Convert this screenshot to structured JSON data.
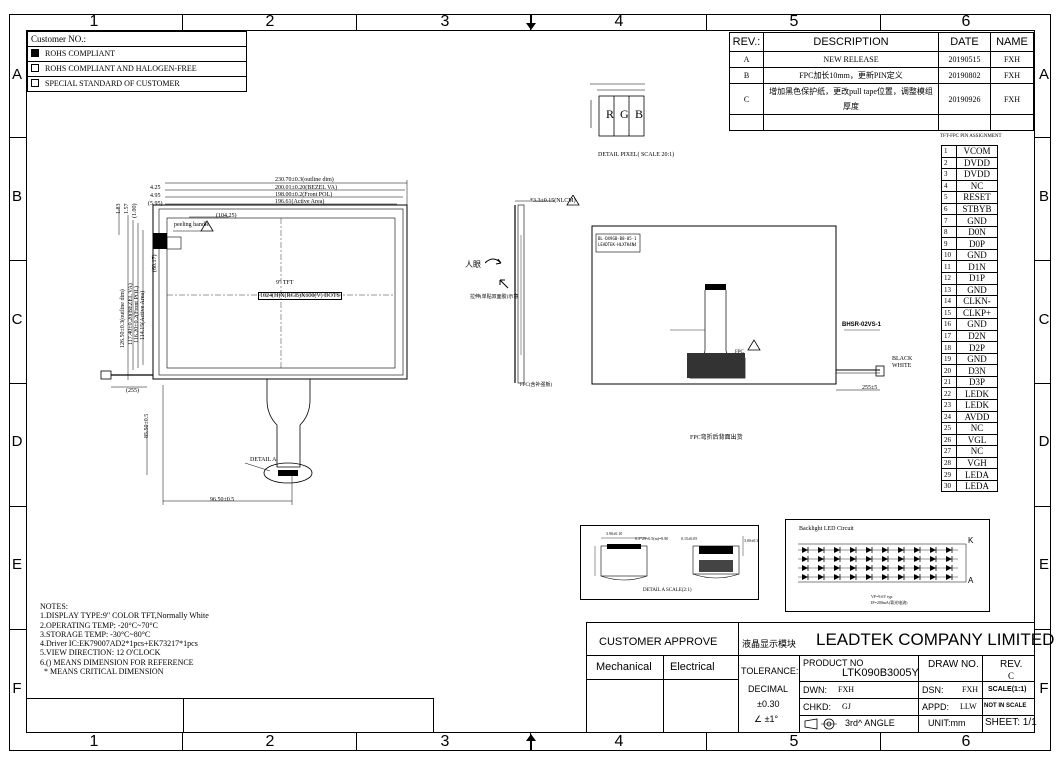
{
  "frame": {
    "columns": [
      "1",
      "2",
      "3",
      "4",
      "5",
      "6"
    ],
    "rows": [
      "A",
      "B",
      "C",
      "D",
      "E",
      "F"
    ],
    "center_arrow": "center-arrow-icon"
  },
  "customer": {
    "title": "Customer NO.:",
    "options": [
      {
        "label": "ROHS COMPLIANT",
        "checked": true
      },
      {
        "label": "ROHS COMPLIANT AND HALOGEN-FREE",
        "checked": false
      },
      {
        "label": "SPECIAL STANDARD OF CUSTOMER",
        "checked": false
      }
    ]
  },
  "revision": {
    "headers": [
      "REV.:",
      "DESCRIPTION",
      "DATE",
      "NAME"
    ],
    "rows": [
      {
        "rev": "A",
        "desc": "NEW RELEASE",
        "date": "20190515",
        "name": "FXH"
      },
      {
        "rev": "B",
        "desc": "FPC加长10mm，更新PIN定义",
        "date": "20190802",
        "name": "FXH"
      },
      {
        "rev": "C",
        "desc": "增加黑色保护纸，更改pull tape位置，调整模组厚度",
        "date": "20190926",
        "name": "FXH"
      },
      {
        "rev": "",
        "desc": "",
        "date": "",
        "name": ""
      }
    ]
  },
  "pixel_detail": {
    "letters": [
      "R",
      "G",
      "B"
    ],
    "caption": "DETAIL PIXEL( SCALE 20:1)"
  },
  "front_view": {
    "dims_top": [
      "230.70±0.3(outline dim)",
      "200.01±0.20(BEZEL VA)",
      "198.00±0.2(Front POL)",
      "196.61(Active Area)"
    ],
    "dims_left_small": [
      "4.25",
      "4.95",
      "(5.95)"
    ],
    "dim_104": "(104.25)",
    "peeling": "peeling handle",
    "vert_small": [
      "1.83",
      "1.57",
      "(1.00)"
    ],
    "vert_dims": [
      "126.50±0.3(outline dim)",
      "117.40±0.20(BEZEL VA)",
      "116.20±0.2(Front POL)",
      "114.15(Active Area)"
    ],
    "dim_60": "(60.17)",
    "center_title": "9\" TFT",
    "center_res": "1024(H)X(RGB)X600(V) DOTS",
    "dim_255": "(255)",
    "dim_85": "85.50±0.5",
    "detail_a": "DETAIL A",
    "dim_9650": "96.50±0.5"
  },
  "side_view": {
    "thickness": "*3.3±0.15(NLCM)",
    "view_label": "人眼",
    "note1": "拉伸(单贴双面胶)示意",
    "note2": "FPC(含补强板)"
  },
  "rear_view": {
    "label_line1": "BL-DX9GB-B8-05-1",
    "label_line2": "LEADTEK-HLXTK4N4",
    "fpc_text": "FPC",
    "connector": "BHSR-02VS-1",
    "wire_black": "BLACK",
    "wire_white": "WHITE",
    "dim_255": "255±5",
    "caption": "FPC弯折后背面出货"
  },
  "pin_table": {
    "title": "TFT-FPC PIN ASSIGNMENT",
    "pins": [
      "VCOM",
      "DVDD",
      "DVDD",
      "NC",
      "RESET",
      "STBYB",
      "GND",
      "D0N",
      "D0P",
      "GND",
      "D1N",
      "D1P",
      "GND",
      "CLKN-",
      "CLKP+",
      "GND",
      "D2N",
      "D2P",
      "GND",
      "D3N",
      "D3P",
      "LEDK",
      "LEDK",
      "AVDD",
      "NC",
      "VGL",
      "NC",
      "VGH",
      "LEDA",
      "LEDA"
    ]
  },
  "detail_a": {
    "dims": [
      "3.90±0.10",
      "0.3*29+0.5(m)=8.90",
      "0.15±0.05",
      "3.00±0.3"
    ],
    "caption": "DETAIL A SCALE(2:1)"
  },
  "led": {
    "title": "Backlight LED Circuit",
    "k_label": "K",
    "a_label": "A",
    "rows": 4,
    "cols": 10,
    "note1": "VF=9.6V typ.",
    "note2": "IF=200mA(背光电流)"
  },
  "notes": {
    "title": "NOTES:",
    "lines": [
      "1.DISPLAY TYPE:9\" COLOR TFT,Normally White",
      "2.OPERATING TEMP: -20°C~70°C",
      "3.STORAGE TEMP: -30°C~80°C",
      "4.Driver IC:EK79007AD2*1pcs+EK73217*1pcs",
      "5.VIEW DIRECTION: 12 O'CLOCK",
      "6.() MEANS DIMENSION FOR REFERENCE",
      "  * MEANS CRITICAL DIMENSION"
    ]
  },
  "title_block": {
    "customer_approve": "CUSTOMER APPROVE",
    "mechanical": "Mechanical",
    "electrical": "Electrical",
    "module_cn": "液晶显示模块",
    "company": "LEADTEK COMPANY LIMITED",
    "tolerance": "TOLERANCE:",
    "decimal": "DECIMAL",
    "tol1": "±0.30",
    "tol2": "∠ ±1°",
    "product_no_label": "PRODUCT NO",
    "product_no": "LTK090B3005Y",
    "draw_no": "DRAW NO.",
    "rev_label": "REV.",
    "rev_value": "C",
    "dwn_label": "DWN:",
    "dwn": "FXH",
    "dsn_label": "DSN:",
    "dsn": "FXH",
    "scale": "SCALE(1:1)",
    "chkd_label": "CHKD:",
    "chkd": "GJ",
    "appd_label": "APPD:",
    "appd": "LLW",
    "not_scale": "NOT IN SCALE",
    "angle": "3rd^ ANGLE",
    "unit": "UNIT:mm",
    "sheet": "SHEET: 1/1"
  }
}
